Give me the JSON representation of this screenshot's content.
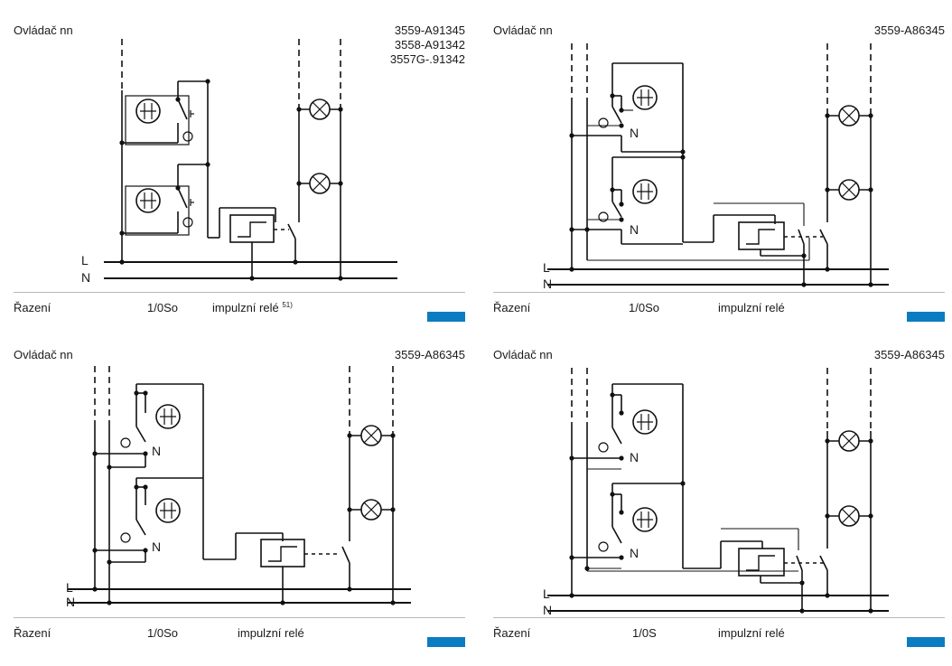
{
  "accent_color": "#0a7cc1",
  "panels": [
    {
      "title": "Ovládač nn",
      "codes": [
        "3559-A91345",
        "3558-A91342",
        "3557G-.91342"
      ],
      "line_labels": [
        "L",
        "N"
      ],
      "neutral_labels": [],
      "footer": {
        "label": "Řazení",
        "code": "1/0So",
        "desc": "impulzní relé",
        "note": "51)"
      }
    },
    {
      "title": "Ovládač nn",
      "codes": [
        "3559-A86345"
      ],
      "line_labels": [
        "L",
        "N"
      ],
      "neutral_labels": [
        "N",
        "N"
      ],
      "footer": {
        "label": "Řazení",
        "code": "1/0So",
        "desc": "impulzní relé",
        "note": ""
      }
    },
    {
      "title": "Ovládač nn",
      "codes": [
        "3559-A86345"
      ],
      "line_labels": [
        "L",
        "N"
      ],
      "neutral_labels": [
        "N",
        "N"
      ],
      "footer": {
        "label": "Řazení",
        "code": "1/0So",
        "desc": "impulzní relé",
        "note": ""
      }
    },
    {
      "title": "Ovládač nn",
      "codes": [
        "3559-A86345"
      ],
      "line_labels": [
        "L",
        "N"
      ],
      "neutral_labels": [
        "N",
        "N"
      ],
      "footer": {
        "label": "Řazení",
        "code": "1/0S",
        "desc": "impulzní relé",
        "note": ""
      }
    }
  ]
}
